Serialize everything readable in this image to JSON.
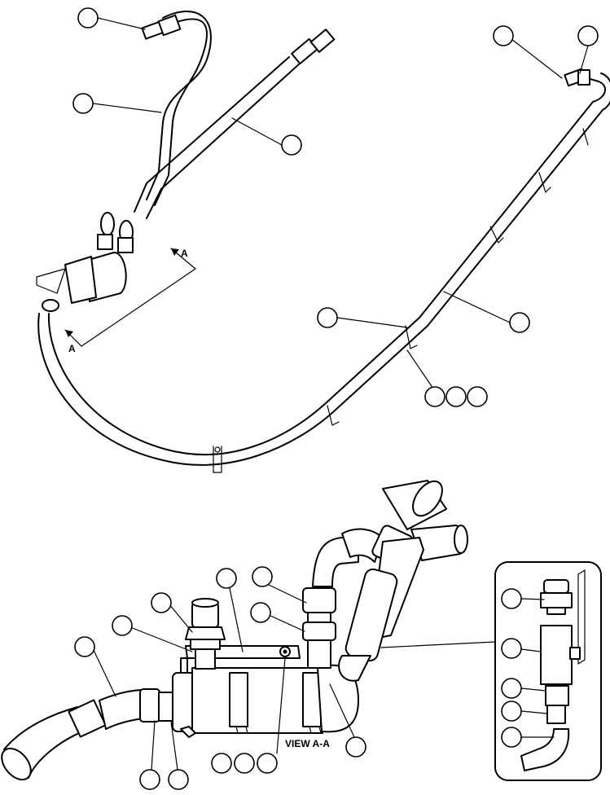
{
  "section_marks": {
    "upper": "A",
    "lower": "A"
  },
  "view_caption": "VIEW A-A"
}
